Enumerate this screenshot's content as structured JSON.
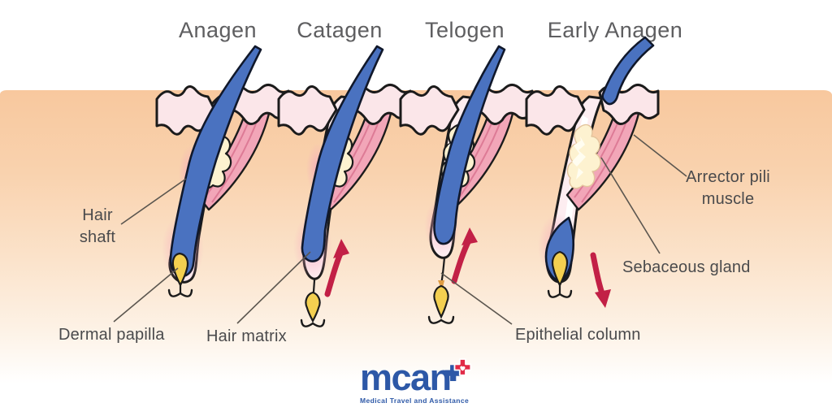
{
  "diagram": {
    "phases": [
      {
        "label": "Anagen"
      },
      {
        "label": "Catagen"
      },
      {
        "label": "Telogen"
      },
      {
        "label": "Early Anagen"
      }
    ],
    "labels": {
      "hair_shaft": "Hair shaft",
      "dermal_papilla": "Dermal papilla",
      "hair_matrix": "Hair matrix",
      "epithelial_column": "Epithelial column",
      "arrector_pili_muscle": "Arrector pili muscle",
      "sebaceous_gland": "Sebaceous gland"
    },
    "colors": {
      "background": "#ffffff",
      "dermis_top": "#f8c89e",
      "dermis_bottom": "#ffffff",
      "epidermis": "#fbe6e9",
      "sheath": "#fdedf0",
      "sheath_glow": "#f5a9bd",
      "outline": "#1b1b1b",
      "hair_blue": "#4a72c0",
      "hair_outline": "#10182b",
      "muscle_pink": "#f2a6b8",
      "muscle_streak": "#d9738f",
      "gland_cream": "#fdf2d0",
      "gland_light": "#fffdf0",
      "papilla_yellow": "#f3cf50",
      "papilla_orange": "#df9c42",
      "arrow_red": "#c22046",
      "label_text": "#4a4a4c",
      "title_text": "#5e5e60",
      "pointer_line": "#5b564f"
    }
  },
  "logo": {
    "name": "mcan",
    "tagline": "Medical Travel and Assistance",
    "blue": "#2d58a7",
    "red": "#e12a46"
  }
}
